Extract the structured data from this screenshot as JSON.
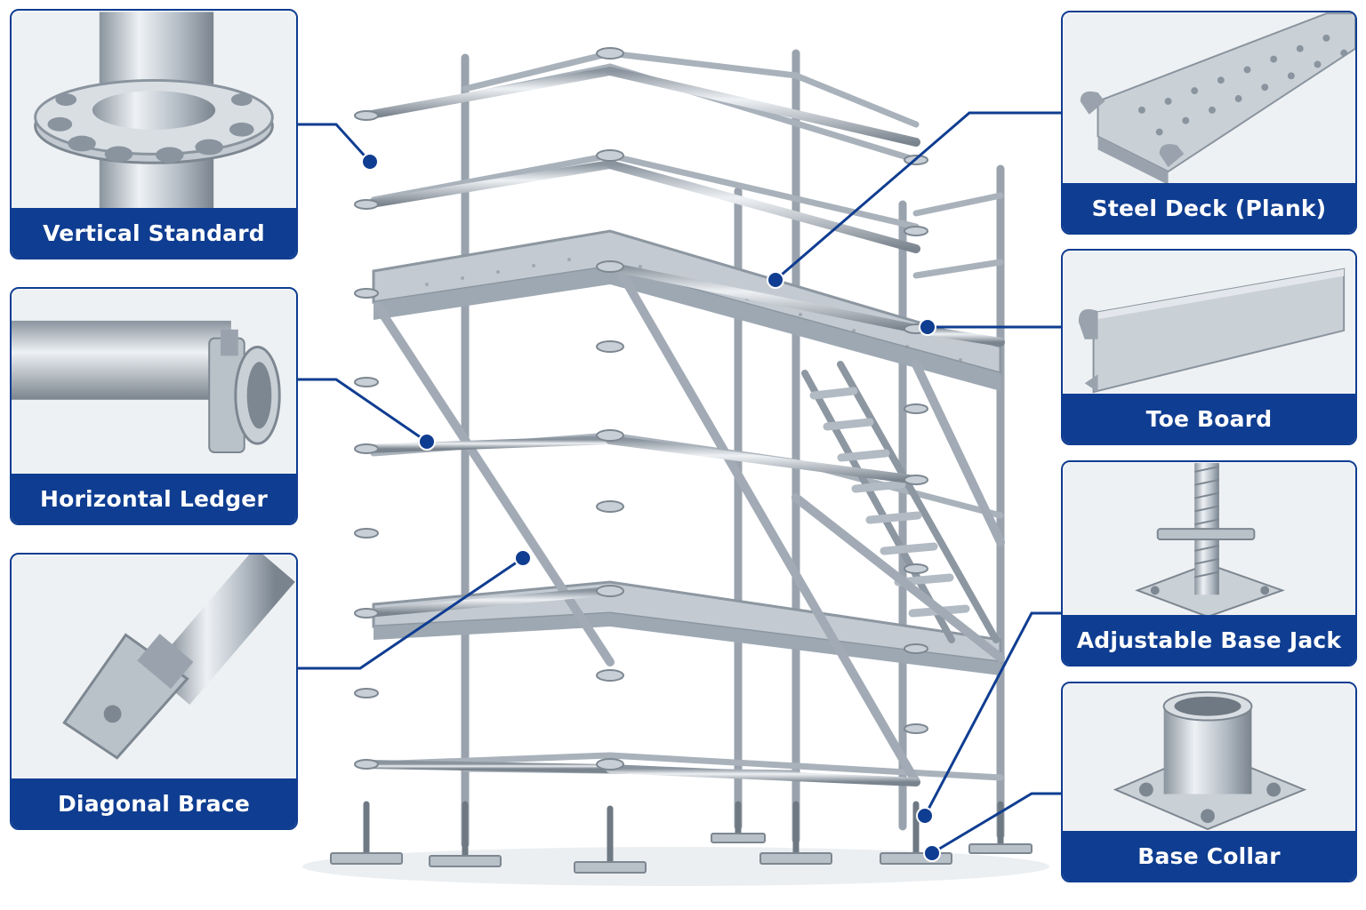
{
  "components": [
    {
      "id": "vertical-standard",
      "label": "Vertical Standard"
    },
    {
      "id": "horizontal-ledger",
      "label": "Horizontal Ledger"
    },
    {
      "id": "diagonal-brace",
      "label": "Diagonal Brace"
    },
    {
      "id": "steel-deck",
      "label": "Steel Deck (Plank)"
    },
    {
      "id": "toe-board",
      "label": "Toe Board"
    },
    {
      "id": "base-jack",
      "label": "Adjustable Base Jack"
    },
    {
      "id": "base-collar",
      "label": "Base Collar"
    }
  ],
  "colors": {
    "accent": "#0f3d91",
    "steel": "#b9c1c9",
    "steel_dark": "#7d8791",
    "steel_light": "#e6eaee"
  }
}
